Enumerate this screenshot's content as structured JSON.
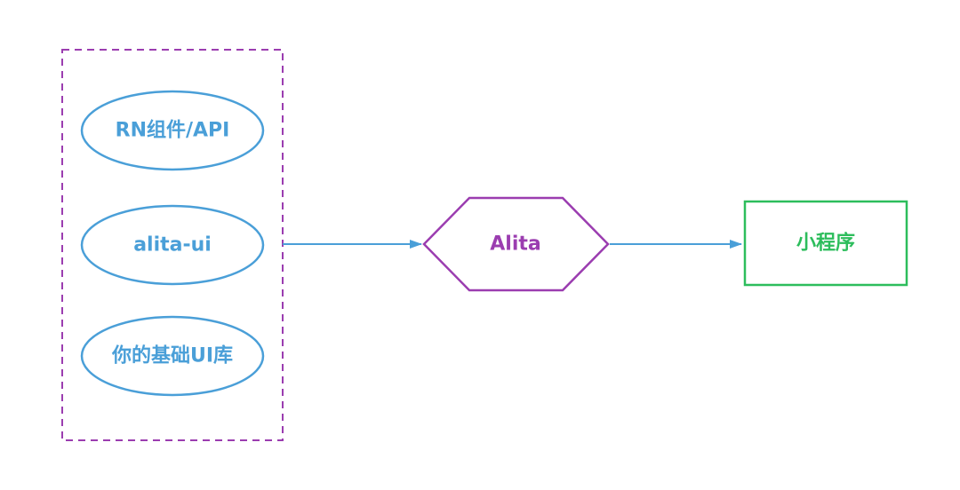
{
  "diagram": {
    "colors": {
      "blue": "#4a9fd8",
      "purple": "#9b3db0",
      "green": "#2dbd5c",
      "background": "#ffffff"
    },
    "group": {
      "items": [
        {
          "label": "RN组件/API"
        },
        {
          "label": "alita-ui"
        },
        {
          "label": "你的基础UI库"
        }
      ]
    },
    "center_node": {
      "label": "Alita"
    },
    "target_node": {
      "label": "小程序"
    }
  }
}
